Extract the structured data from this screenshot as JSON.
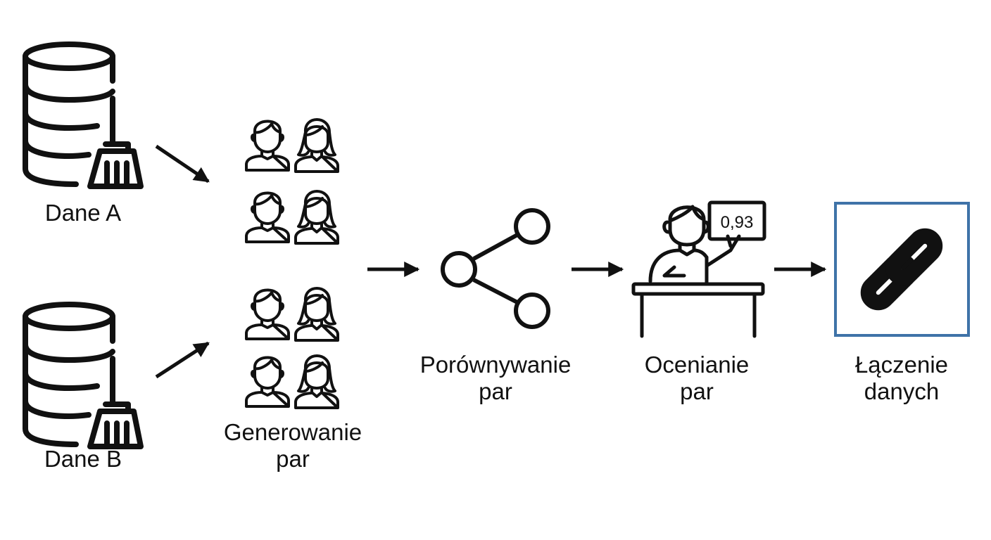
{
  "labels": {
    "data_a": "Dane A",
    "data_b": "Dane B",
    "pair_generation": [
      "Generowanie",
      "par"
    ],
    "pair_comparison": [
      "Porównywanie",
      "par"
    ],
    "pair_scoring": [
      "Ocenianie",
      "par"
    ],
    "data_linking": [
      "Łączenie",
      "danych"
    ]
  },
  "score_display": "0,93",
  "icons": {
    "source_a": "database-broom-icon",
    "source_b": "database-broom-icon",
    "pairs_top": "people-group-icon",
    "pairs_bottom": "people-group-icon",
    "comparison": "share-nodes-icon",
    "scoring": "person-at-desk-with-score-icon",
    "linking": "chain-link-icon"
  },
  "colors": {
    "stroke": "#111111",
    "link_box_border": "#3f73a8"
  }
}
